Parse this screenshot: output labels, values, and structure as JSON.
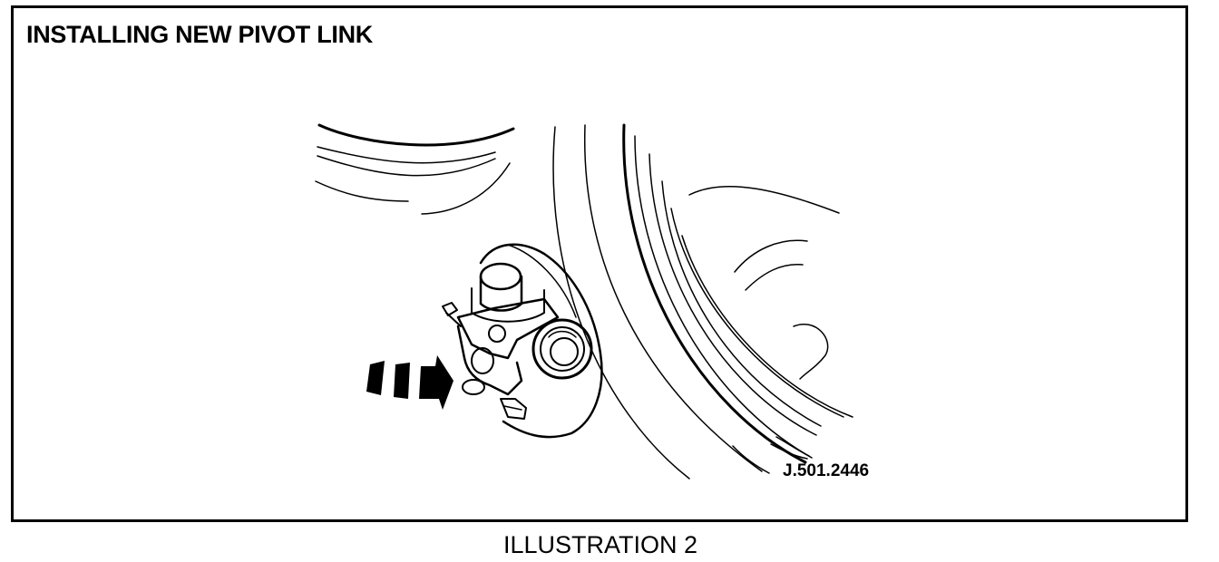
{
  "heading": "INSTALLING NEW PIVOT LINK",
  "reference_code": "J.501.2446",
  "caption": "ILLUSTRATION 2",
  "icons": {
    "arrow": "insertion-arrow-icon"
  },
  "colors": {
    "ink": "#000000",
    "paper": "#ffffff"
  }
}
